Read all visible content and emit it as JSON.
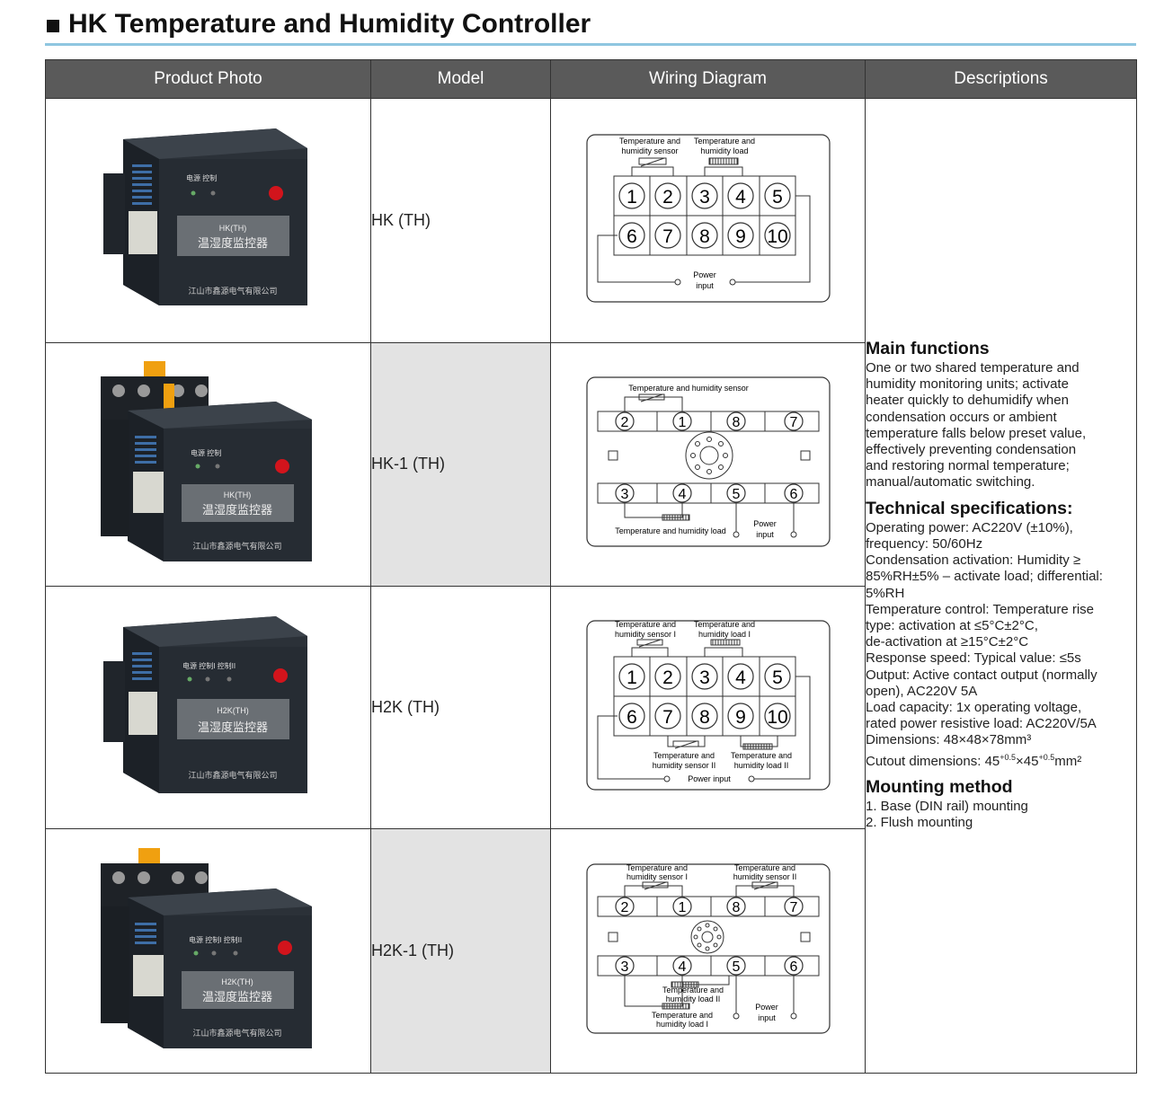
{
  "title": "HK Temperature and Humidity Controller",
  "headers": [
    "Product Photo",
    "Model",
    "Wiring Diagram",
    "Descriptions"
  ],
  "rows": [
    {
      "model": "HK (TH)",
      "wiring": {
        "sensor_label": [
          "Temperature and",
          "humidity sensor"
        ],
        "load_label": [
          "Temperature and",
          "humidity load"
        ],
        "terminals_top": [
          "1",
          "2",
          "3",
          "4",
          "5"
        ],
        "terminals_bottom": [
          "6",
          "7",
          "8",
          "9",
          "10"
        ],
        "power_label": [
          "Power",
          "input"
        ]
      },
      "photo": {
        "line1": "HK(TH)",
        "line2": "温湿度监控器",
        "maker": "江山市鑫源电气有限公司",
        "leds": "电源  控制"
      }
    },
    {
      "model": "HK-1 (TH)",
      "wiring": {
        "sensor_label": "Temperature and humidity sensor",
        "load_label": "Temperature and humidity load",
        "terminals_top": [
          "2",
          "1",
          "8",
          "7"
        ],
        "terminals_bottom": [
          "3",
          "4",
          "5",
          "6"
        ],
        "power_label": [
          "Power",
          "input"
        ]
      },
      "photo": {
        "line1": "HK(TH)",
        "line2": "温湿度监控器",
        "maker": "江山市鑫源电气有限公司",
        "leds": "电源  控制"
      }
    },
    {
      "model": "H2K (TH)",
      "wiring": {
        "sensor1_label": [
          "Temperature and",
          "humidity sensor I"
        ],
        "load1_label": [
          "Temperature and",
          "humidity load I"
        ],
        "sensor2_label": [
          "Temperature and",
          "humidity sensor II"
        ],
        "load2_label": [
          "Temperature and",
          "humidity load II"
        ],
        "terminals_top": [
          "1",
          "2",
          "3",
          "4",
          "5"
        ],
        "terminals_bottom": [
          "6",
          "7",
          "8",
          "9",
          "10"
        ],
        "power_label": "Power input"
      },
      "photo": {
        "line1": "H2K(TH)",
        "line2": "温湿度监控器",
        "maker": "江山市鑫源电气有限公司",
        "leds": "电源  控制I  控制II"
      }
    },
    {
      "model": "H2K-1 (TH)",
      "wiring": {
        "sensor1_label": [
          "Temperature and",
          "humidity sensor I"
        ],
        "sensor2_label": [
          "Temperature and",
          "humidity sensor II"
        ],
        "load2_label": [
          "Temperature and",
          "humidity load II"
        ],
        "load1_label": [
          "Temperature and",
          "humidity load I"
        ],
        "terminals_top": [
          "2",
          "1",
          "8",
          "7"
        ],
        "terminals_bottom": [
          "3",
          "4",
          "5",
          "6"
        ],
        "power_label": [
          "Power",
          "input"
        ]
      },
      "photo": {
        "line1": "H2K(TH)",
        "line2": "温湿度监控器",
        "maker": "江山市鑫源电气有限公司",
        "leds": "电源  控制I  控制II"
      }
    }
  ],
  "descriptions": {
    "main_functions_title": "Main functions",
    "main_functions_lines": [
      "One or two shared temperature and",
      "humidity monitoring units; activate",
      "heater quickly to dehumidify when",
      "condensation occurs or ambient",
      "temperature falls below preset value,",
      "effectively preventing condensation",
      "and restoring normal temperature;",
      "manual/automatic switching."
    ],
    "tech_title": "Technical specifications:",
    "tech_lines": [
      "Operating power: AC220V (±10%),",
      "frequency: 50/60Hz",
      "Condensation activation: Humidity ≥",
      "85%RH±5% – activate load; differential:",
      "5%RH",
      "Temperature control: Temperature rise",
      "type: activation at ≤5°C±2°C,",
      "de-activation at ≥15°C±2°C",
      "Response speed: Typical value: ≤5s",
      "Output: Active contact output (normally",
      "open), AC220V 5A",
      "Load capacity: 1x operating voltage,",
      "rated power resistive load: AC220V/5A",
      "Dimensions: 48×48×78mm³"
    ],
    "cutout_label": "Cutout dimensions: 45",
    "cutout_sup1": "+0.5",
    "cutout_mid": "×45",
    "cutout_sup2": "+0.5",
    "cutout_unit": "mm²",
    "mounting_title": "Mounting method",
    "mounting_lines": [
      "1. Base (DIN rail) mounting",
      "2. Flush mounting"
    ]
  }
}
